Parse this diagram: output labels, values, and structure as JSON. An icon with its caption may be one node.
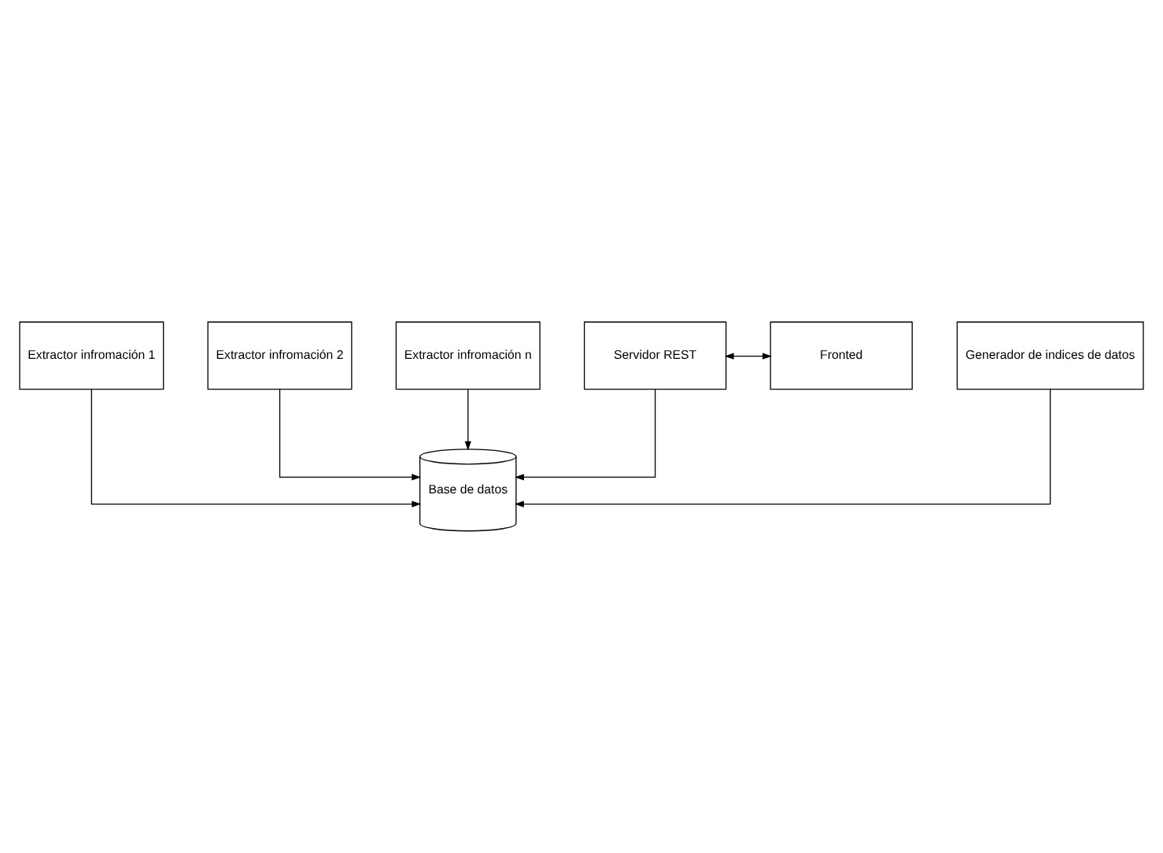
{
  "diagram": {
    "nodes": [
      {
        "text": [
          "Extractor infromación 1"
        ]
      },
      {
        "text": [
          "Extractor infromación 2"
        ]
      },
      {
        "text": [
          "Extractor infromación n"
        ]
      },
      {
        "text": [
          "Base de datos"
        ]
      },
      {
        "text": [
          "Servidor REST"
        ]
      },
      {
        "text": [
          "Fronted"
        ]
      },
      {
        "text": [
          "Generador de indices de datos"
        ]
      }
    ],
    "edges": [
      {
        "from": 0,
        "to": 3,
        "arrow": "to"
      },
      {
        "from": 1,
        "to": 3,
        "arrow": "to"
      },
      {
        "from": 2,
        "to": 3,
        "arrow": "to"
      },
      {
        "from": 6,
        "to": 3,
        "arrow": "to"
      },
      {
        "from": 4,
        "to": 3,
        "arrow": "to"
      },
      {
        "from": 4,
        "to": 5,
        "arrow": "both"
      }
    ]
  }
}
